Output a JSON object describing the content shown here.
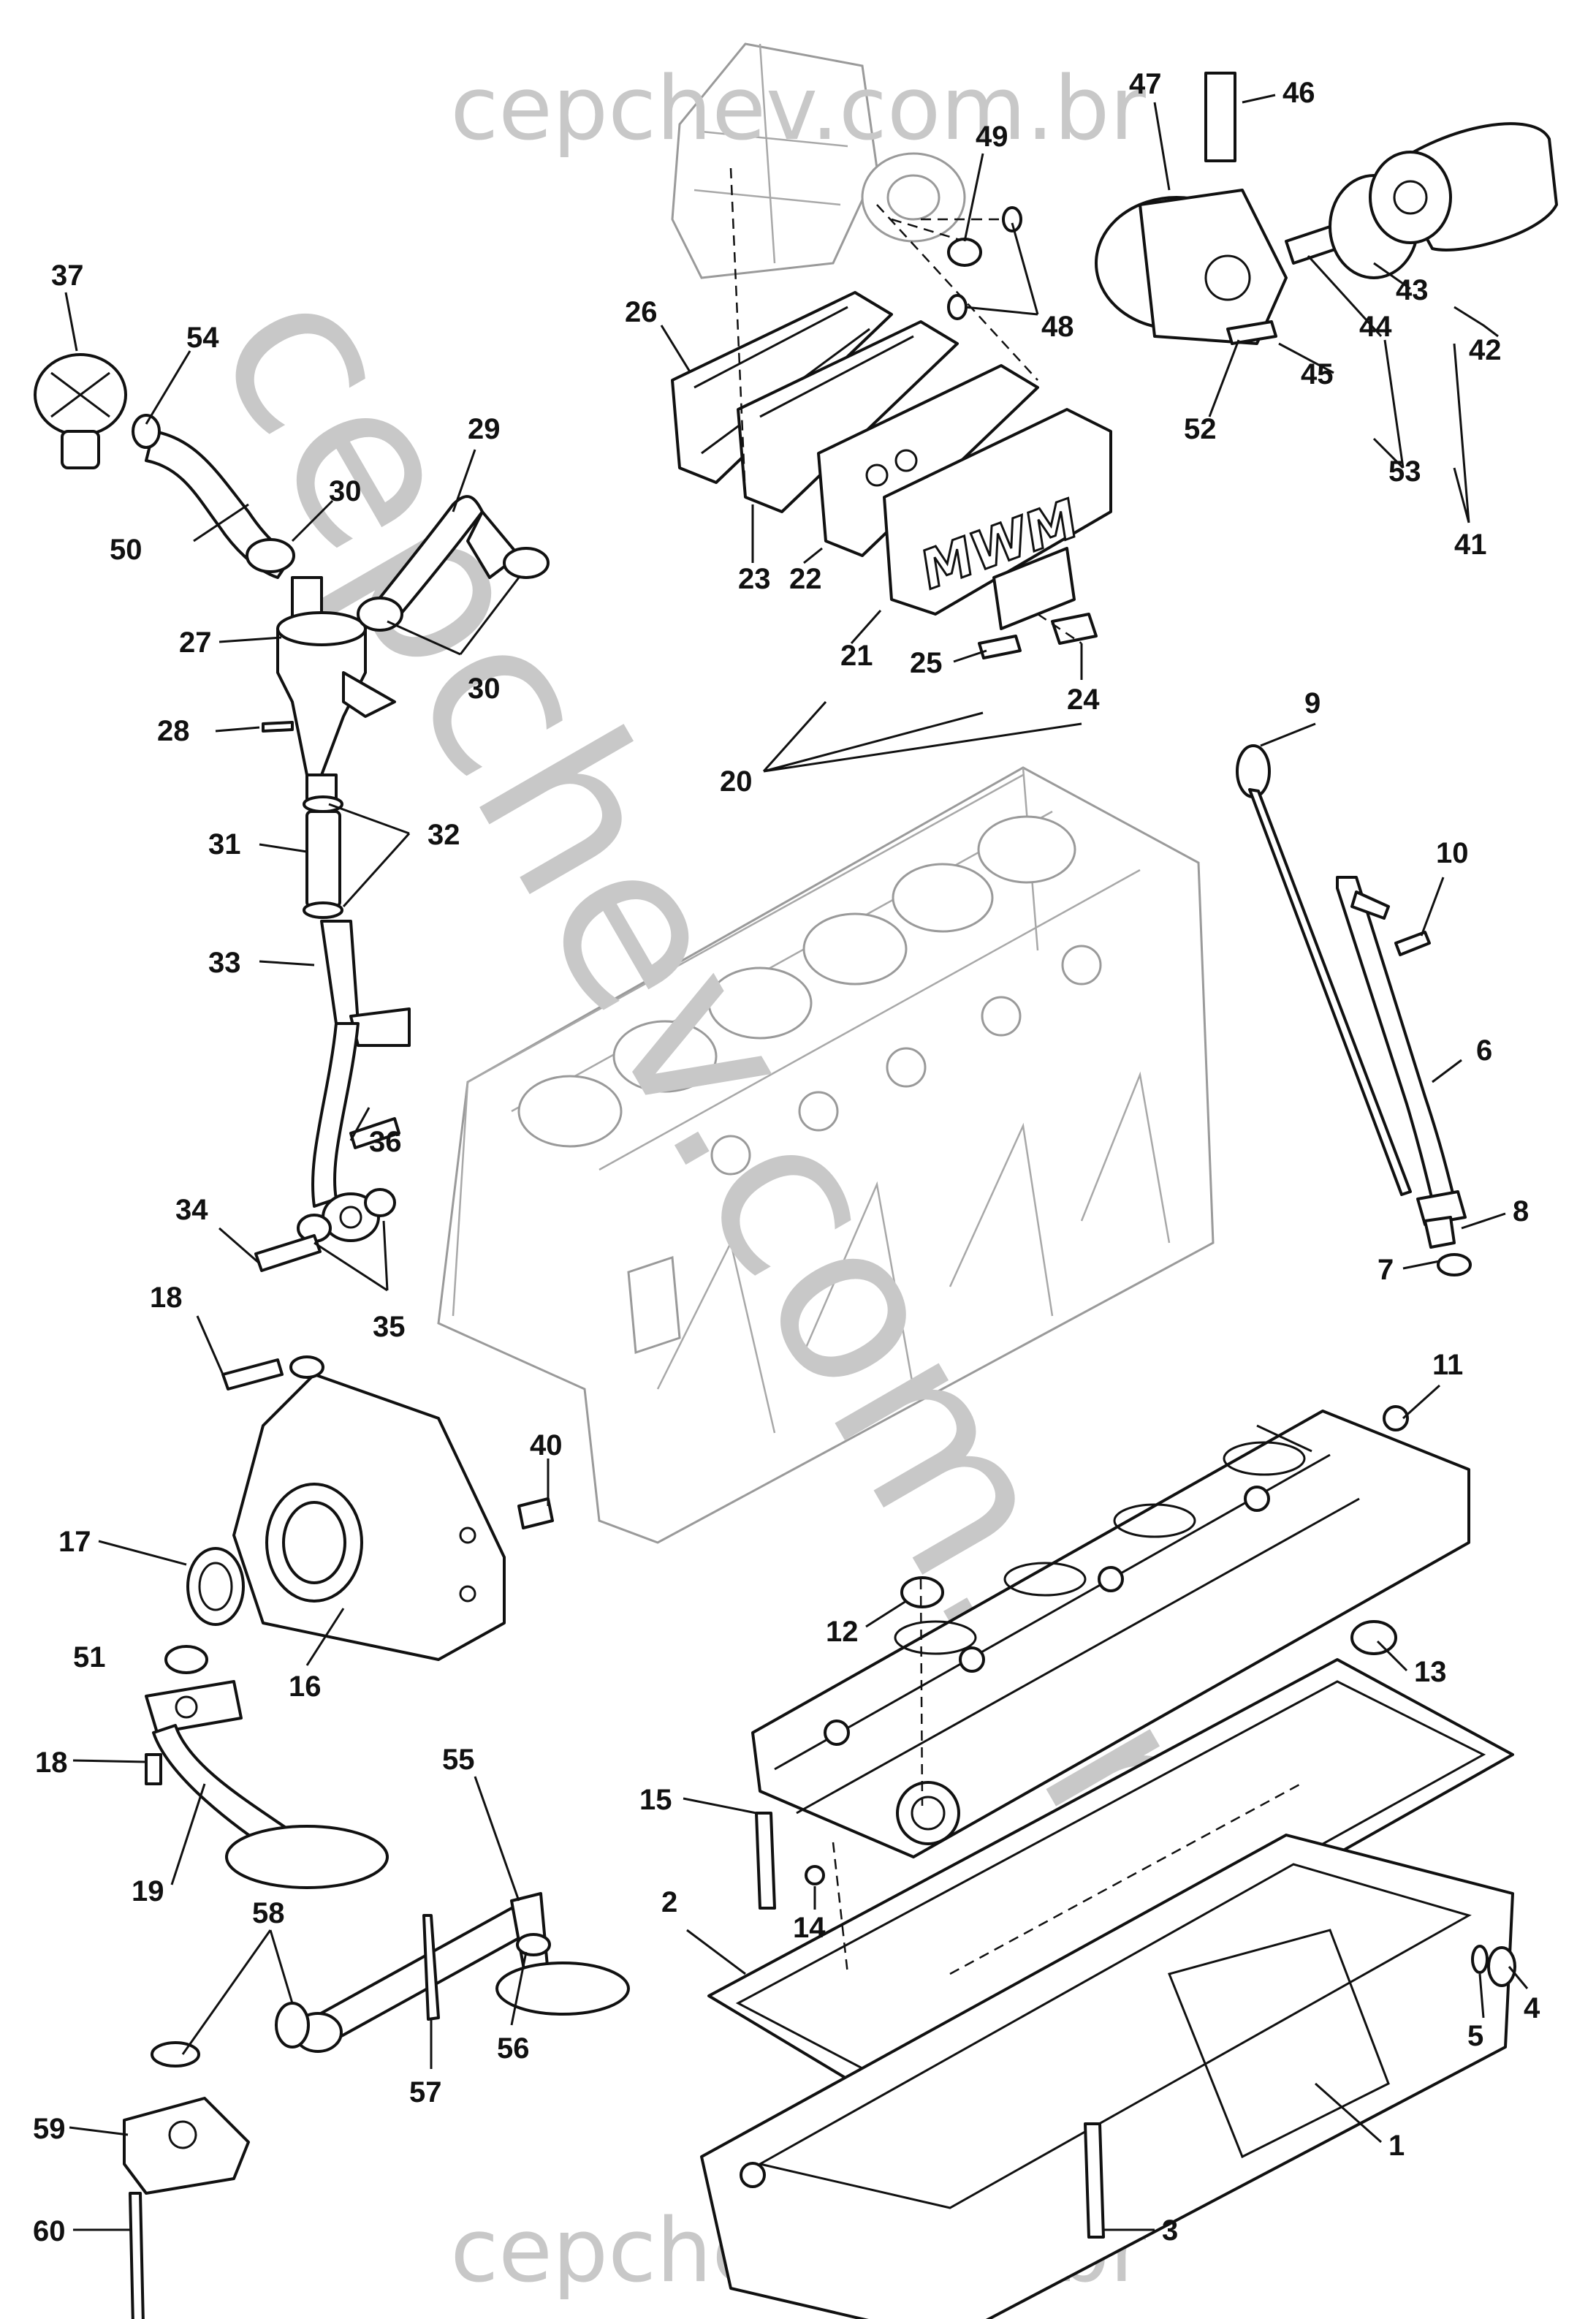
{
  "watermark": {
    "top": "cepchev.com.br",
    "bottom": "cepchev.com.br",
    "diagonal": "cepchev.com.br"
  },
  "branding": {
    "valve_cover_logo": "MWM"
  },
  "callouts": [
    {
      "id": "c1",
      "label": "1"
    },
    {
      "id": "c2",
      "label": "2"
    },
    {
      "id": "c3",
      "label": "3"
    },
    {
      "id": "c4",
      "label": "4"
    },
    {
      "id": "c5",
      "label": "5"
    },
    {
      "id": "c6",
      "label": "6"
    },
    {
      "id": "c7",
      "label": "7"
    },
    {
      "id": "c8",
      "label": "8"
    },
    {
      "id": "c9",
      "label": "9"
    },
    {
      "id": "c10",
      "label": "10"
    },
    {
      "id": "c11",
      "label": "11"
    },
    {
      "id": "c12",
      "label": "12"
    },
    {
      "id": "c13",
      "label": "13"
    },
    {
      "id": "c14",
      "label": "14"
    },
    {
      "id": "c15",
      "label": "15"
    },
    {
      "id": "c16",
      "label": "16"
    },
    {
      "id": "c17",
      "label": "17"
    },
    {
      "id": "c18a",
      "label": "18"
    },
    {
      "id": "c18b",
      "label": "18"
    },
    {
      "id": "c19",
      "label": "19"
    },
    {
      "id": "c20",
      "label": "20"
    },
    {
      "id": "c21",
      "label": "21"
    },
    {
      "id": "c22",
      "label": "22"
    },
    {
      "id": "c23",
      "label": "23"
    },
    {
      "id": "c24",
      "label": "24"
    },
    {
      "id": "c25",
      "label": "25"
    },
    {
      "id": "c26",
      "label": "26"
    },
    {
      "id": "c27",
      "label": "27"
    },
    {
      "id": "c28",
      "label": "28"
    },
    {
      "id": "c29",
      "label": "29"
    },
    {
      "id": "c30a",
      "label": "30"
    },
    {
      "id": "c30b",
      "label": "30"
    },
    {
      "id": "c31",
      "label": "31"
    },
    {
      "id": "c32",
      "label": "32"
    },
    {
      "id": "c33",
      "label": "33"
    },
    {
      "id": "c34",
      "label": "34"
    },
    {
      "id": "c35",
      "label": "35"
    },
    {
      "id": "c36",
      "label": "36"
    },
    {
      "id": "c37",
      "label": "37"
    },
    {
      "id": "c40",
      "label": "40"
    },
    {
      "id": "c41",
      "label": "41"
    },
    {
      "id": "c42",
      "label": "42"
    },
    {
      "id": "c43",
      "label": "43"
    },
    {
      "id": "c44",
      "label": "44"
    },
    {
      "id": "c45",
      "label": "45"
    },
    {
      "id": "c46",
      "label": "46"
    },
    {
      "id": "c47",
      "label": "47"
    },
    {
      "id": "c48",
      "label": "48"
    },
    {
      "id": "c49",
      "label": "49"
    },
    {
      "id": "c50",
      "label": "50"
    },
    {
      "id": "c51",
      "label": "51"
    },
    {
      "id": "c52",
      "label": "52"
    },
    {
      "id": "c53",
      "label": "53"
    },
    {
      "id": "c54",
      "label": "54"
    },
    {
      "id": "c55",
      "label": "55"
    },
    {
      "id": "c56",
      "label": "56"
    },
    {
      "id": "c57",
      "label": "57"
    },
    {
      "id": "c58",
      "label": "58"
    },
    {
      "id": "c59",
      "label": "59"
    },
    {
      "id": "c60",
      "label": "60"
    }
  ]
}
